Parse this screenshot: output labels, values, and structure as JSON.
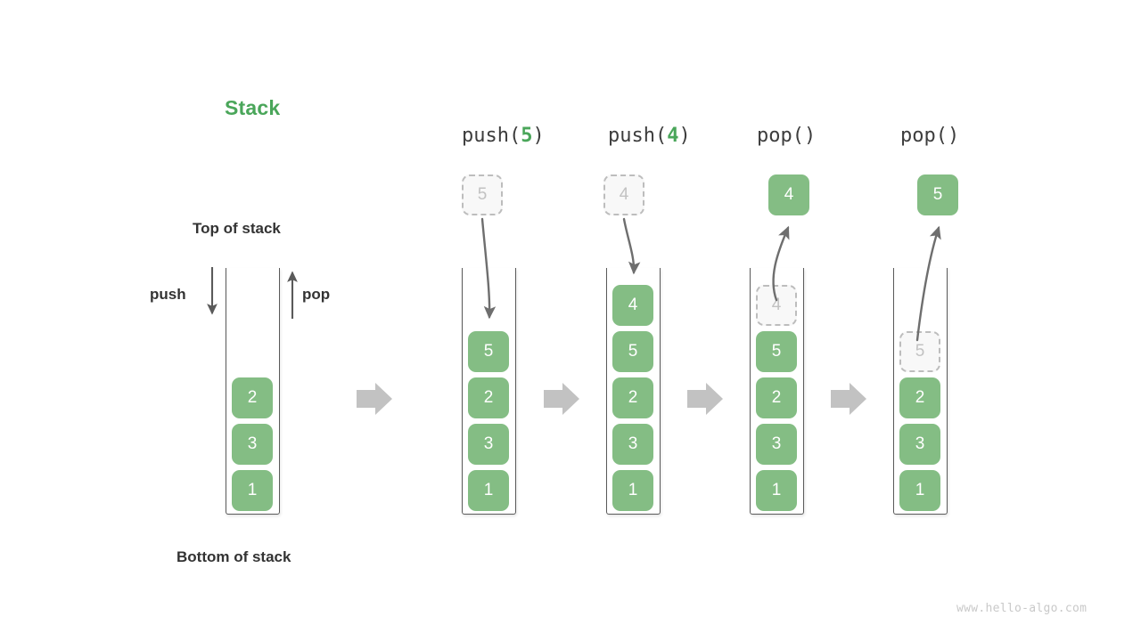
{
  "diagram": {
    "title": "Stack",
    "title_color": "#4aa65a",
    "box_color": "#84bd84",
    "ghost_color": "#f8f8f8",
    "labels": {
      "top_of_stack": "Top of stack",
      "bottom_of_stack": "Bottom of stack",
      "push": "push",
      "pop": "pop"
    },
    "watermark": "www.hello-algo.com",
    "columns": [
      {
        "id": "initial",
        "caption_prefix": "",
        "caption_arg": "",
        "caption_suffix": "",
        "boxes": [
          "2",
          "3",
          "1"
        ],
        "ghost_top": null,
        "floating_box": null
      },
      {
        "id": "push-5",
        "caption_prefix": "push(",
        "caption_arg": "5",
        "caption_suffix": ")",
        "boxes": [
          "5",
          "2",
          "3",
          "1"
        ],
        "ghost_top": null,
        "floating_box": {
          "value": "5",
          "style": "ghost"
        }
      },
      {
        "id": "push-4",
        "caption_prefix": "push(",
        "caption_arg": "4",
        "caption_suffix": ")",
        "boxes": [
          "4",
          "5",
          "2",
          "3",
          "1"
        ],
        "ghost_top": null,
        "floating_box": {
          "value": "4",
          "style": "ghost"
        }
      },
      {
        "id": "pop-1",
        "caption_prefix": "pop(",
        "caption_arg": "",
        "caption_suffix": ")",
        "boxes": [
          "5",
          "2",
          "3",
          "1"
        ],
        "ghost_top": "4",
        "floating_box": {
          "value": "4",
          "style": "solid"
        }
      },
      {
        "id": "pop-2",
        "caption_prefix": "pop(",
        "caption_arg": "",
        "caption_suffix": ")",
        "boxes": [
          "2",
          "3",
          "1"
        ],
        "ghost_top": "5",
        "floating_box": {
          "value": "5",
          "style": "solid"
        }
      }
    ]
  }
}
